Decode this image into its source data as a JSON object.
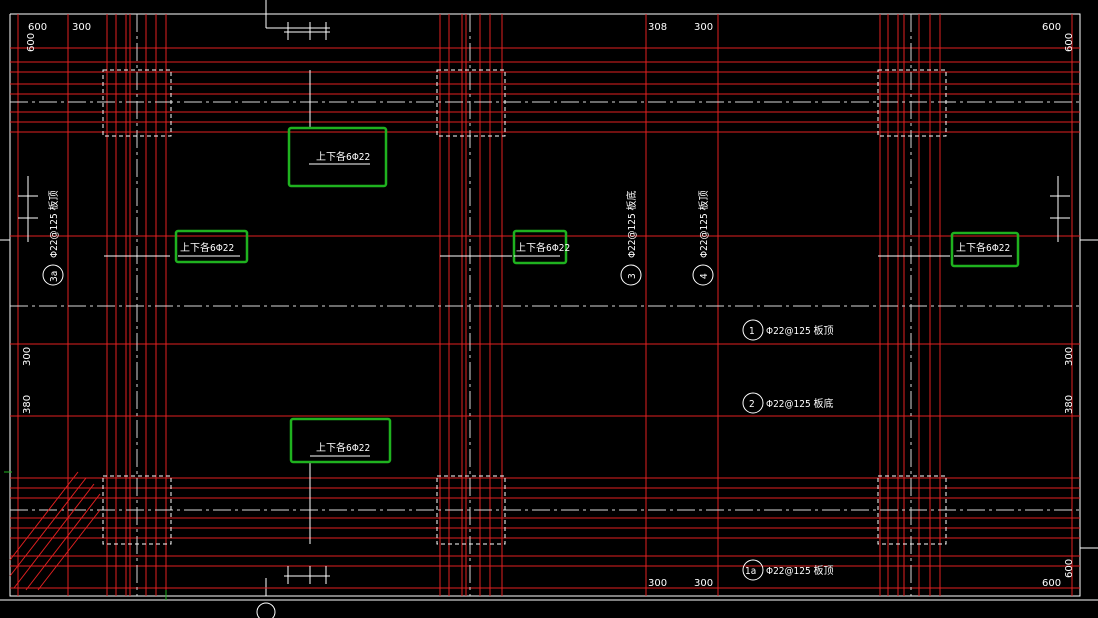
{
  "drawing": {
    "dimensions": {
      "tl_600": "600",
      "tl_300": "300",
      "top_308": "308",
      "top_300": "300",
      "tr_600": "600",
      "right_600": "600",
      "left_300": "300",
      "left_380": "380",
      "right_300": "300",
      "right_380": "380",
      "bottom_300a": "300",
      "bottom_300b": "300",
      "br_600": "600",
      "left_600": "600",
      "br_side_600": "600"
    },
    "callouts": {
      "c1": "上下各6Φ22",
      "c2": "上下各6Φ22",
      "c3": "上下各6Φ22",
      "c4": "上下各6Φ22",
      "c5": "上下各6Φ22"
    },
    "rebar_labels": {
      "r1_num": "1",
      "r1_text": "Φ22@125 板顶",
      "r2_num": "2",
      "r2_text": "Φ22@125 板底",
      "r1a_num": "1a",
      "r1a_text": "Φ22@125 板顶",
      "r3a_num": "3a",
      "r3a_text": "Φ22@125 板顶",
      "r3_num": "3",
      "r3_text": "Φ22@125 板底",
      "r4_num": "4",
      "r4_text": "Φ22@125 板顶"
    },
    "colors": {
      "rebar": "#e02020",
      "highlight": "#1fb21f",
      "white": "#ffffff",
      "background": "#000000"
    }
  }
}
